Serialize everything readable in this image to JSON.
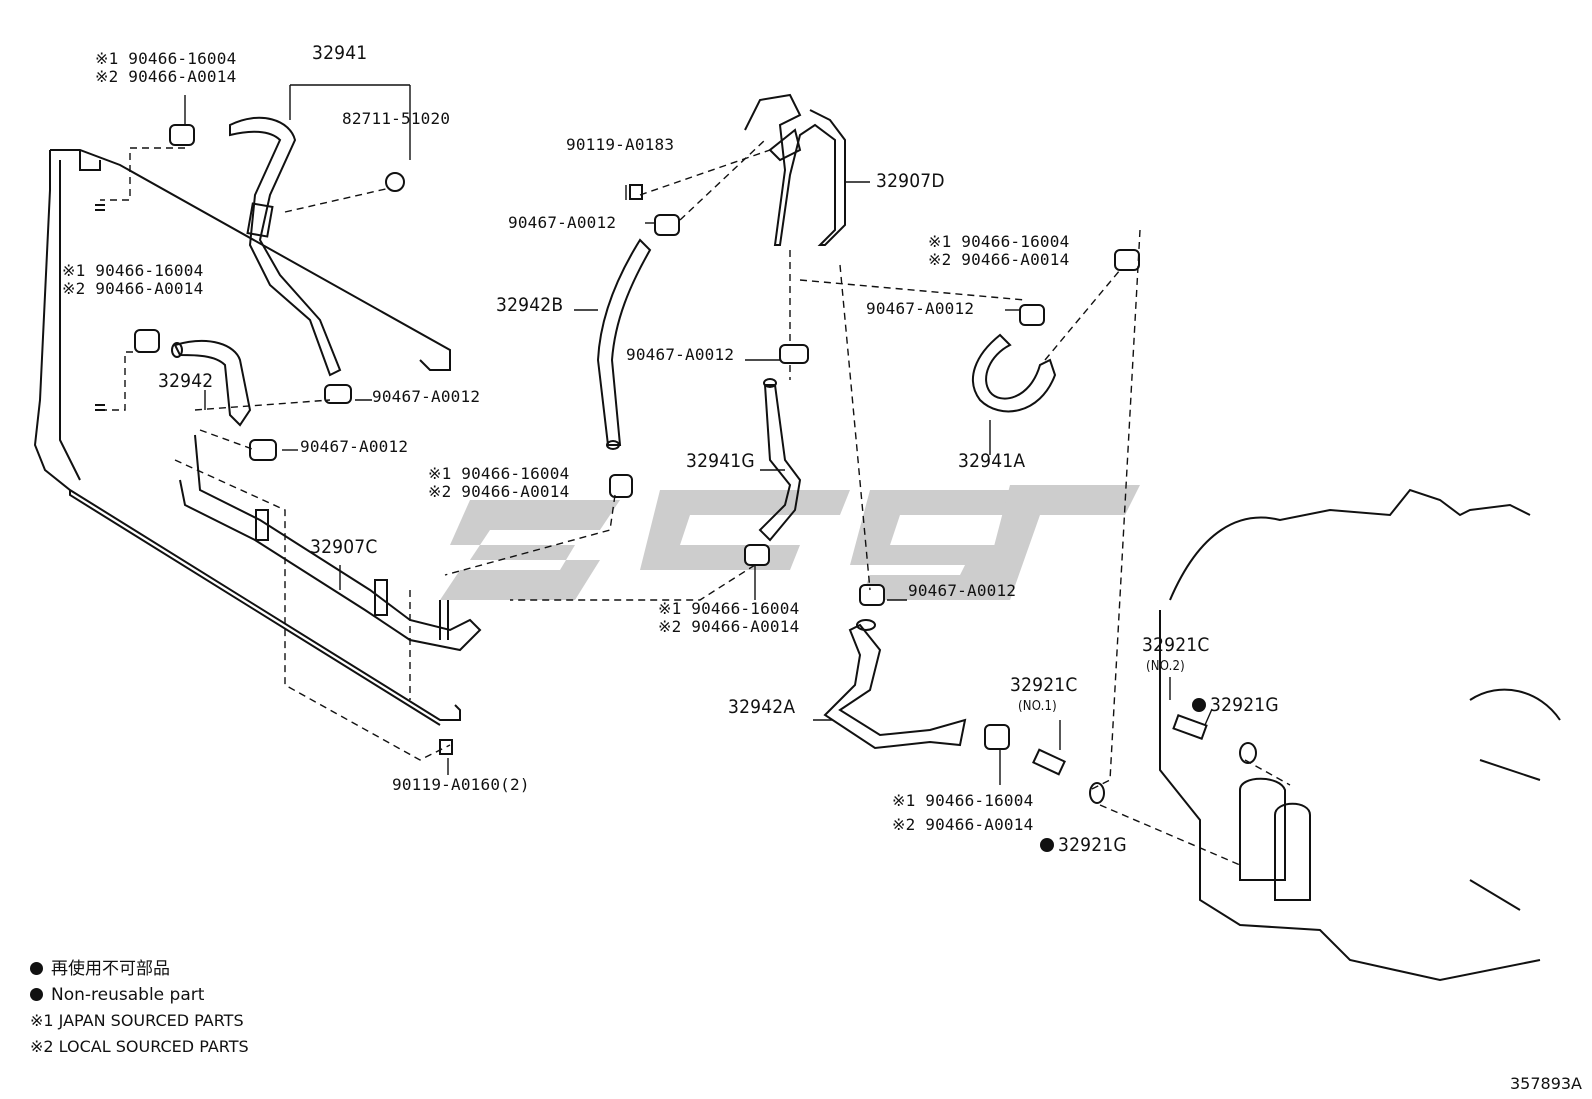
{
  "diagram": {
    "labels": {
      "hose_32941": "32941",
      "clamp_82711": "82711-51020",
      "hose_32942": "32942",
      "hose_32942b": "32942B",
      "pipe_32907c": "32907C",
      "pipe_32907d": "32907D",
      "hose_32941g": "32941G",
      "hose_32941a": "32941A",
      "hose_32942a": "32942A",
      "bolt_top": "90119-A0183",
      "bolt_bottom": "90119-A0160(2)",
      "clip_0012_a": "90467-A0012",
      "clip_0012_b": "90467-A0012",
      "clip_0012_c": "90467-A0012",
      "clip_0012_d": "90467-A0012",
      "clip_0012_e": "90467-A0012",
      "clip_0012_f": "90467-A0012",
      "union_no1": "32921C",
      "union_no1_sub": "(NO.1)",
      "union_no2": "32921C",
      "union_no2_sub": "(NO.2)",
      "gasket_a": "32921G",
      "gasket_b": "32921G"
    },
    "clamp_pairs": [
      {
        "j": "※1 90466-16004",
        "l": "※2 90466-A0014"
      },
      {
        "j": "※1 90466-16004",
        "l": "※2 90466-A0014"
      },
      {
        "j": "※1 90466-16004",
        "l": "※2 90466-A0014"
      },
      {
        "j": "※1 90466-16004",
        "l": "※2 90466-A0014"
      },
      {
        "j": "※1 90466-16004",
        "l": "※2 90466-A0014"
      },
      {
        "j": "※1  90466-16004",
        "l": "※2  90466-A0014"
      }
    ],
    "legend": {
      "nonreusable_jp": "再使用不可部品",
      "nonreusable_en": "Non-reusable part",
      "note1": "※1 JAPAN SOURCED PARTS",
      "note2": "※2 LOCAL SOURCED PARTS"
    },
    "doc_id": "357893A"
  }
}
